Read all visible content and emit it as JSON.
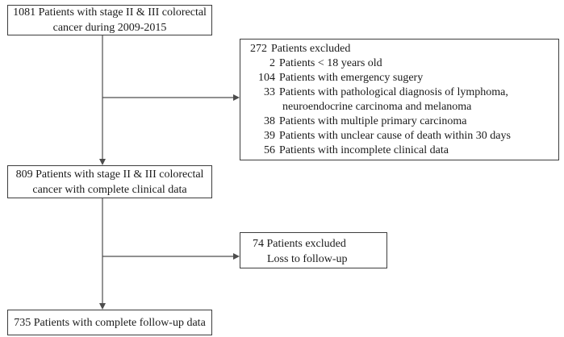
{
  "diagram_type": "patient-flow-chart",
  "colors": {
    "background": "#ffffff",
    "text": "#1a1a1a",
    "box_border": "#3d3d3d",
    "connector_line": "#4d4d4d"
  },
  "nodes": {
    "enrolled": {
      "line1": "1081 Patients with stage II & III colorectal",
      "line2": "cancer during 2009-2015"
    },
    "excluded_stage1": {
      "rows": [
        {
          "num": "272",
          "text": "Patients excluded"
        },
        {
          "num": "2",
          "text": "Patients < 18 years old"
        },
        {
          "num": "104",
          "text": "Patients with emergency sugery"
        },
        {
          "num": "33",
          "text": "Patients with pathological diagnosis of lymphoma,"
        },
        {
          "text": "neuroendocrine carcinoma and melanoma"
        },
        {
          "num": "38",
          "text": "Patients with multiple primary carcinoma"
        },
        {
          "num": "39",
          "text": "Patients with unclear cause of death within 30 days"
        },
        {
          "num": "56",
          "text": "Patients with incomplete clinical data"
        }
      ]
    },
    "clinical": {
      "line1": "809 Patients with stage II & III colorectal",
      "line2": "cancer with complete clinical data"
    },
    "excluded_stage2": {
      "rows": [
        {
          "num": "74",
          "text": "Patients excluded"
        },
        {
          "text": "Loss to follow-up"
        }
      ]
    },
    "followup": {
      "line1": "735 Patients with complete follow-up data"
    }
  }
}
